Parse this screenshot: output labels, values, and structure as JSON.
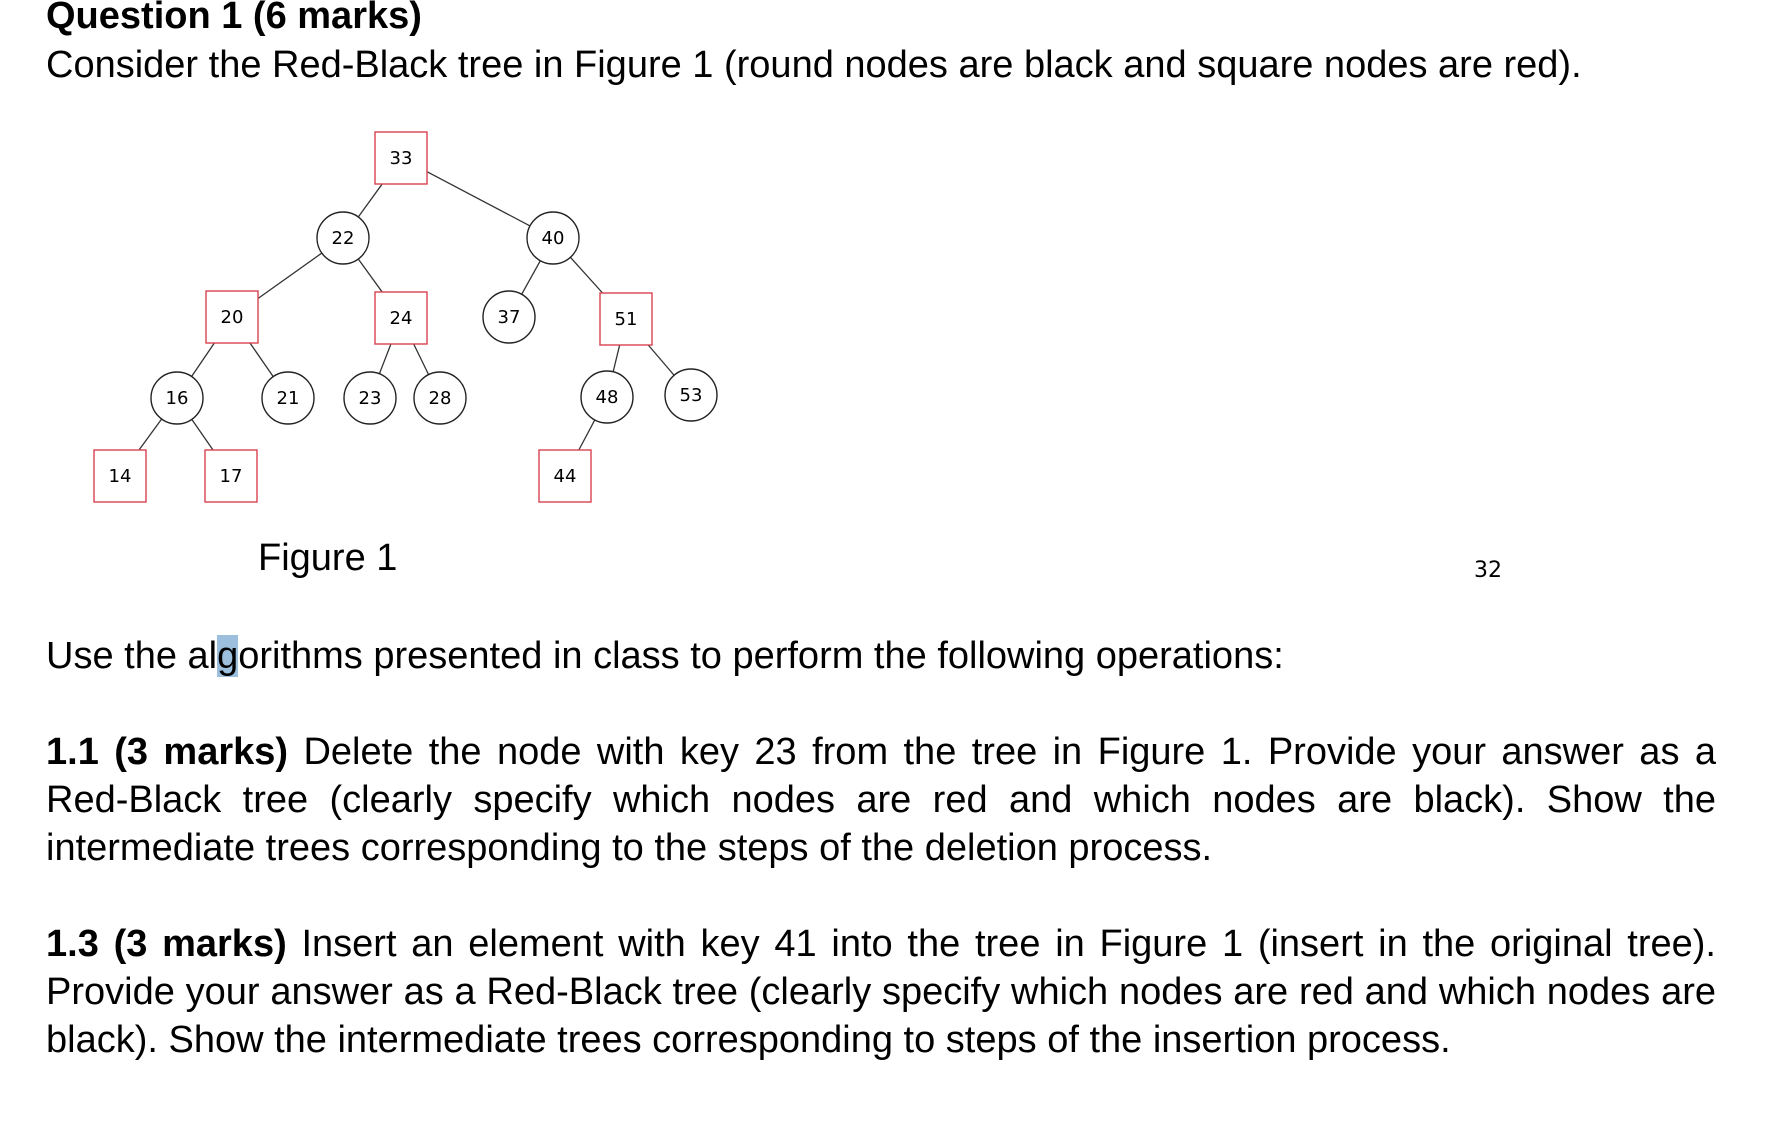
{
  "question": {
    "heading": "Question 1 (6 marks)",
    "intro": "Consider the Red-Black tree in Figure 1 (round nodes are black and square nodes are red)."
  },
  "figure": {
    "caption": "Figure 1",
    "colors": {
      "red_node_border": "#d9434f",
      "black_node_border": "#222222",
      "edge": "#333333"
    },
    "nodes": [
      {
        "key": "33",
        "color": "red"
      },
      {
        "key": "22",
        "color": "black"
      },
      {
        "key": "40",
        "color": "black"
      },
      {
        "key": "20",
        "color": "red"
      },
      {
        "key": "24",
        "color": "red"
      },
      {
        "key": "37",
        "color": "black"
      },
      {
        "key": "51",
        "color": "red"
      },
      {
        "key": "16",
        "color": "black"
      },
      {
        "key": "21",
        "color": "black"
      },
      {
        "key": "23",
        "color": "black"
      },
      {
        "key": "28",
        "color": "black"
      },
      {
        "key": "48",
        "color": "black"
      },
      {
        "key": "53",
        "color": "black"
      },
      {
        "key": "14",
        "color": "red"
      },
      {
        "key": "17",
        "color": "red"
      },
      {
        "key": "44",
        "color": "red"
      }
    ],
    "edges": [
      [
        "33",
        "22"
      ],
      [
        "33",
        "40"
      ],
      [
        "22",
        "20"
      ],
      [
        "22",
        "24"
      ],
      [
        "40",
        "37"
      ],
      [
        "40",
        "51"
      ],
      [
        "20",
        "16"
      ],
      [
        "20",
        "21"
      ],
      [
        "24",
        "23"
      ],
      [
        "24",
        "28"
      ],
      [
        "51",
        "48"
      ],
      [
        "51",
        "53"
      ],
      [
        "16",
        "14"
      ],
      [
        "16",
        "17"
      ],
      [
        "48",
        "44"
      ]
    ]
  },
  "stray_number": "32",
  "instruction": {
    "before": "Use the al",
    "highlighted": "g",
    "after": "orithms presented in class to perform the following operations:"
  },
  "tasks": [
    {
      "label": "1.1 (3 marks)",
      "text": " Delete the node with key 23 from the tree in Figure 1. Provide your answer as a Red-Black tree (clearly specify which nodes are red and which nodes are black). Show the intermediate trees corresponding to the steps of the deletion process."
    },
    {
      "label": "1.3 (3 marks)",
      "text": " Insert an element with key 41 into the tree in Figure 1 (insert in the original tree). Provide your answer as a Red-Black tree (clearly specify which nodes are red and which nodes are black). Show the intermediate trees corresponding to steps of the insertion process."
    }
  ]
}
